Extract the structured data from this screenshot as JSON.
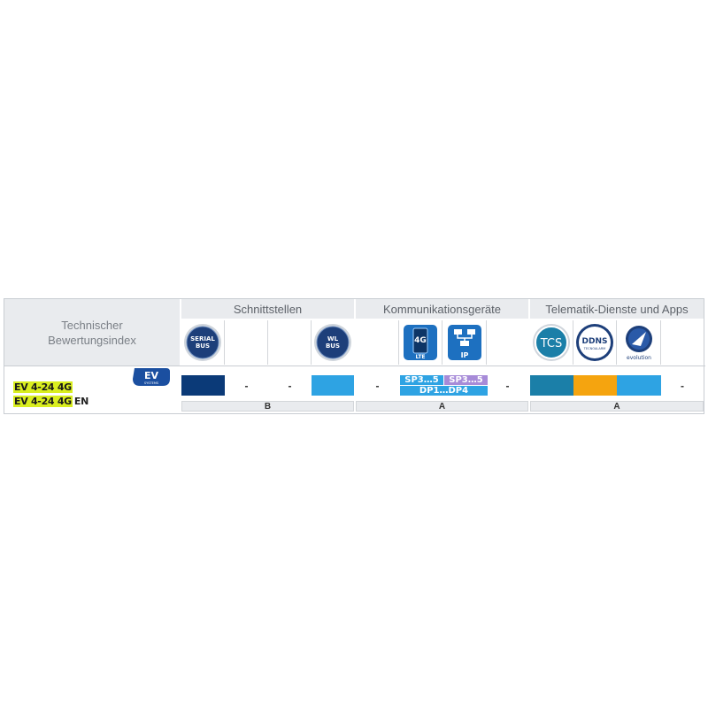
{
  "index_label_line1": "Technischer",
  "index_label_line2": "Bewertungsindex",
  "groups": {
    "schnittstellen": "Schnittstellen",
    "kommunikation": "Kommunikationsgeräte",
    "telematik": "Telematik-Dienste und Apps"
  },
  "icons": {
    "serial_bus_line1": "SERIAL",
    "serial_bus_line2": "BUS",
    "wl_bus_line1": "WL",
    "wl_bus_line2": "BUS",
    "lte_top": "4G",
    "lte_bottom": "LTE",
    "ip": "IP",
    "tcs": "TCS",
    "ddns": "DDNS",
    "ddns_sub": "TECNOALARM",
    "evolution": "evolution"
  },
  "product": {
    "line1": "EV 4-24 4G",
    "line2": "EV 4-24 4G",
    "line2_suffix": "EN",
    "badge": "EV",
    "badge_sub": "SYSTEMS"
  },
  "values": {
    "dash": "-",
    "sp1": "SP3…5",
    "sp2": "SP3…5",
    "dp": "DP1…DP4"
  },
  "ratings": {
    "schnittstellen": "B",
    "kommunikation": "A",
    "telematik": "A"
  },
  "colors": {
    "dark_blue": "#0b3a78",
    "light_blue": "#2ea3e3",
    "teal": "#1b7fa8",
    "orange": "#f5a40f",
    "lavender": "#a78bd8",
    "highlight": "#d9ee1f"
  }
}
